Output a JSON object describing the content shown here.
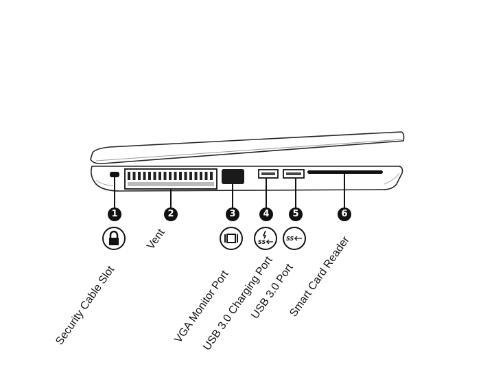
{
  "diagram": {
    "subject": "Laptop left side view",
    "components": [
      {
        "number": "1",
        "label": "Security Cable Slot",
        "icon": "lock-icon"
      },
      {
        "number": "2",
        "label": "Vent",
        "icon": null
      },
      {
        "number": "3",
        "label": "VGA Monitor Port",
        "icon": "vga-monitor-icon"
      },
      {
        "number": "4",
        "label": "USB 3.0 Charging Port",
        "icon": "usb-superspeed-charging-icon"
      },
      {
        "number": "5",
        "label": "USB 3.0 Port",
        "icon": "usb-superspeed-icon"
      },
      {
        "number": "6",
        "label": "Smart Card Reader",
        "icon": null
      }
    ]
  }
}
